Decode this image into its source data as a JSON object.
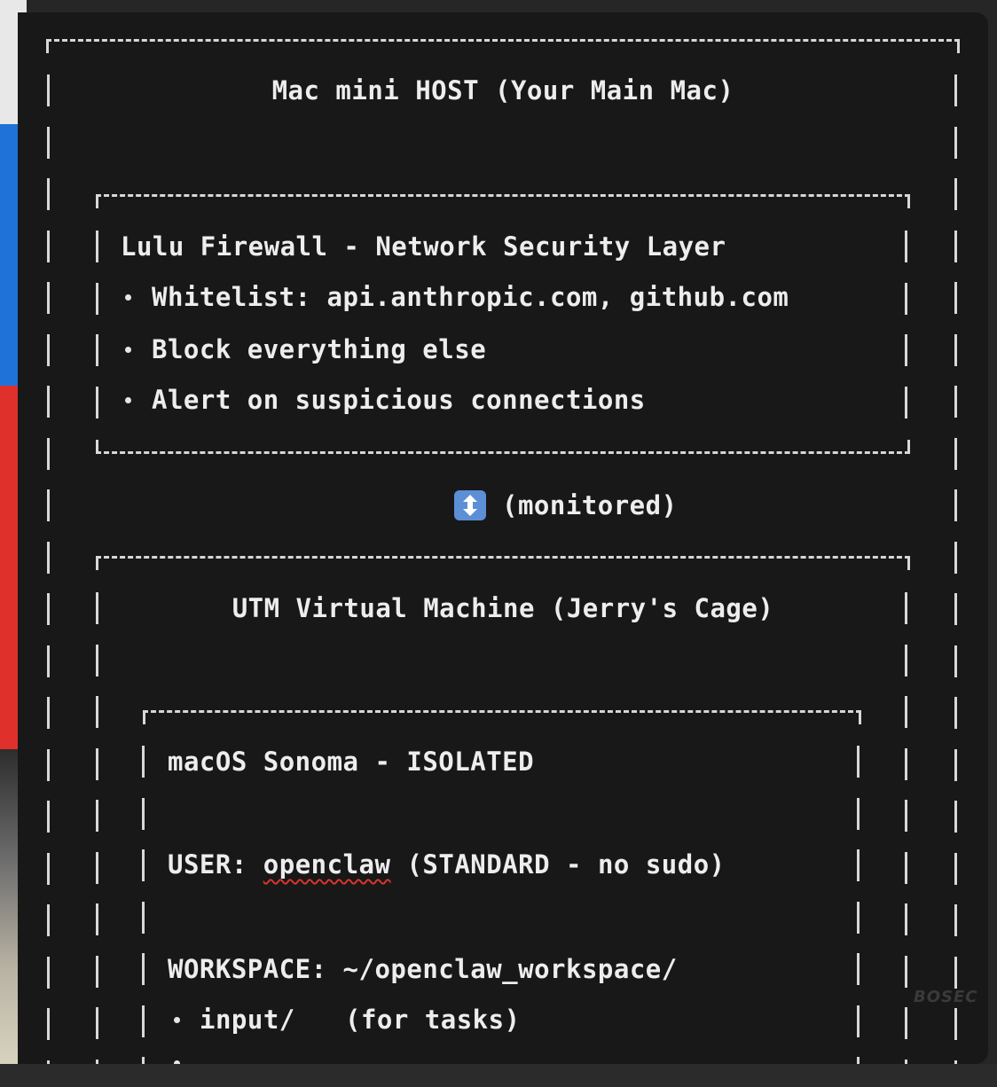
{
  "host": {
    "title": "Mac mini HOST (Your Main Mac)"
  },
  "firewall": {
    "heading": "Lulu Firewall - Network Security Layer",
    "bullets": [
      "Whitelist: api.anthropic.com, github.com",
      "Block everything else",
      "Alert on suspicious connections"
    ]
  },
  "connector": {
    "icon": "up-down-arrow-icon",
    "label": "(monitored)"
  },
  "vm": {
    "title": "UTM Virtual Machine (Jerry's Cage)"
  },
  "guest": {
    "os_line": "macOS Sonoma - ISOLATED",
    "user_prefix": "USER:",
    "user_name": "openclaw",
    "user_suffix": "(STANDARD - no sudo)",
    "workspace": "WORKSPACE: ~/openclaw_workspace/",
    "input_dir": "input/",
    "input_note": "(for tasks)"
  },
  "watermark": "BOSEC",
  "colors": {
    "terminal_bg": "#181818",
    "text": "#ededed",
    "icon_bg": "#5d8fd6",
    "spellcheck_underline": "#d9342b"
  }
}
